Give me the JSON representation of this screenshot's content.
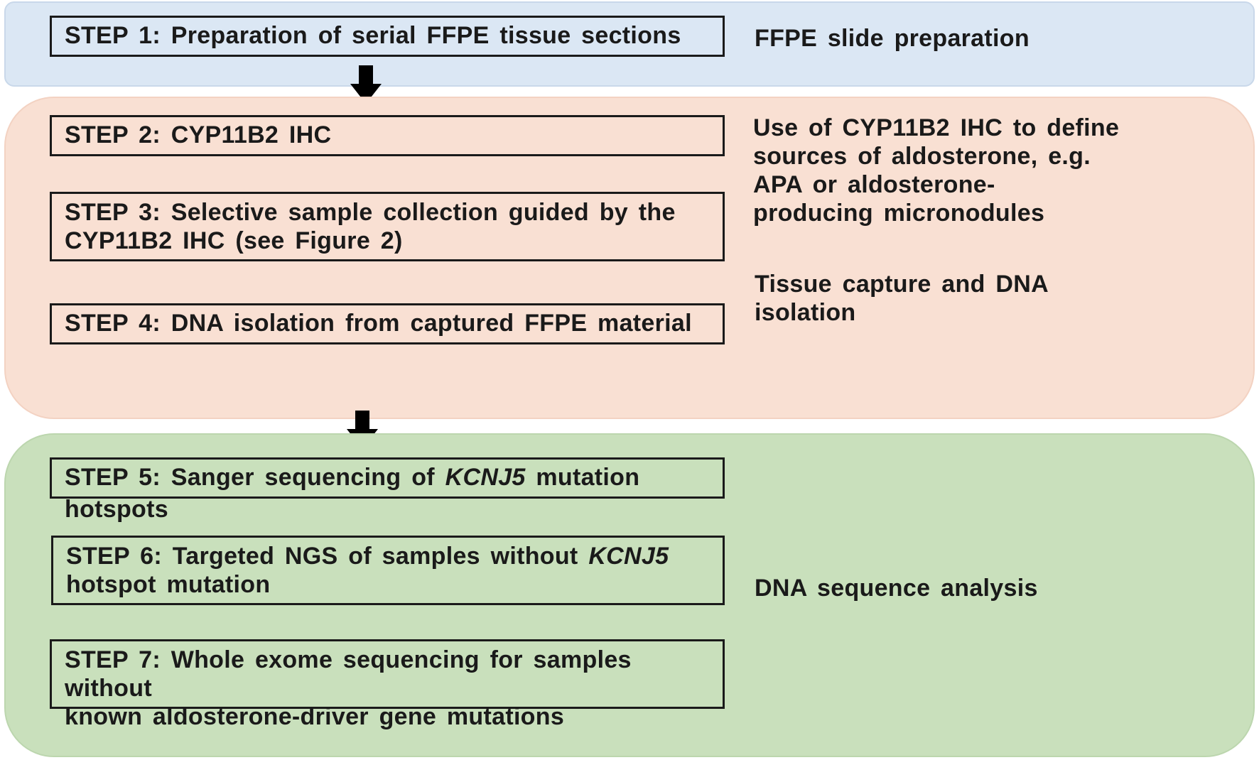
{
  "sections": {
    "slide_prep": {
      "label": "FFPE slide preparation",
      "steps": [
        {
          "text": "STEP 1: Preparation of serial FFPE tissue sections"
        }
      ]
    },
    "ihc_capture": {
      "label_ihc_line1": "Use of CYP11B2 IHC to define",
      "label_ihc_line2": "sources of aldosterone, e.g.",
      "label_ihc_line3": "APA or aldosterone-",
      "label_ihc_line4": "producing micronodules",
      "label_capture_line1": "Tissue capture and DNA",
      "label_capture_line2": "isolation",
      "steps": [
        {
          "text": "STEP 2: CYP11B2 IHC"
        },
        {
          "line1": "STEP 3: Selective sample collection guided by the",
          "line2": "CYP11B2 IHC (see Figure 2)"
        },
        {
          "text": "STEP 4: DNA isolation from captured FFPE material"
        }
      ]
    },
    "sequencing": {
      "label": "DNA sequence analysis",
      "steps": [
        {
          "pre": "STEP 5: Sanger sequencing of ",
          "italic": "KCNJ5",
          "post": " mutation hotspots"
        },
        {
          "pre": "STEP 6: Targeted NGS of samples without ",
          "italic": "KCNJ5",
          "line2": "hotspot mutation"
        },
        {
          "line1": "STEP 7: Whole exome sequencing for samples without",
          "line2": "known aldosterone-driver gene mutations"
        }
      ]
    }
  },
  "colors": {
    "blue_band": "#dbe7f4",
    "orange_band": "#f9e0d3",
    "green_band": "#c9e0bc",
    "box_border": "#1a1a1a",
    "arrow": "#000000"
  }
}
